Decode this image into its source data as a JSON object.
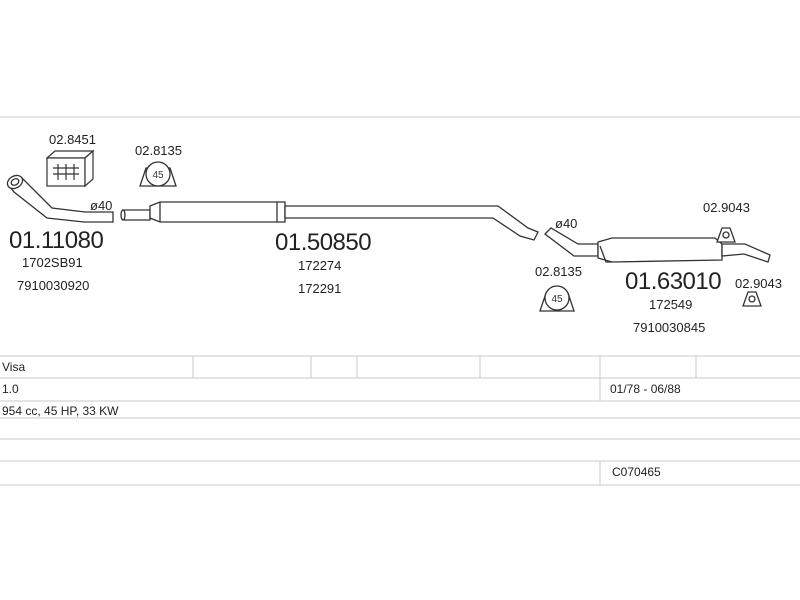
{
  "parts": {
    "box_code": "02.8451",
    "clamp1_code": "02.8135",
    "clamp1_size": "45",
    "front_pipe_code": "01.11080",
    "front_pipe_ref1": "1702SB91",
    "front_pipe_ref2": "7910030920",
    "dia1": "ø40",
    "mid_code": "01.50850",
    "mid_ref1": "172274",
    "mid_ref2": "172291",
    "dia2": "ø40",
    "clamp2_code": "02.8135",
    "clamp2_size": "45",
    "rear_code": "01.63010",
    "rear_ref1": "172549",
    "rear_ref2": "7910030845",
    "hanger1_code": "02.9043",
    "hanger2_code": "02.9043"
  },
  "table": {
    "model": "Visa",
    "engine": "1.0",
    "period": "01/78 - 06/88",
    "spec": "954 cc, 45 HP, 33 KW",
    "catalog": "C070465"
  }
}
